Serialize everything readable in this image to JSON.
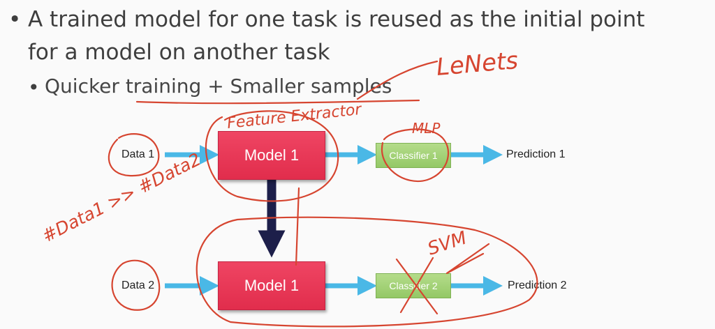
{
  "slide": {
    "bullet_char": "•",
    "bullet1_line1": "A trained model for one task is reused as the initial point",
    "bullet1_line2": "for a model on another task",
    "bullet2": "Quicker training + Smaller samples"
  },
  "diagram": {
    "row1": {
      "input": "Data 1",
      "model": "Model 1",
      "classifier": "Classifier 1",
      "output": "Prediction 1"
    },
    "row2": {
      "input": "Data 2",
      "model": "Model 1",
      "classifier": "Classifier 2",
      "output": "Prediction 2"
    }
  },
  "annotations": {
    "lenets": "LeNets",
    "feature_extractor": "Feature Extractor",
    "mlp": "MLP",
    "data_compare": "#Data1 >> #Data2",
    "svm": "SVM"
  },
  "colors": {
    "model_fill": "#e8364f",
    "classifier_fill": "#a6d27a",
    "arrow": "#4ab8e6",
    "transfer_arrow": "#1d1f4a",
    "ink": "#d64530"
  }
}
